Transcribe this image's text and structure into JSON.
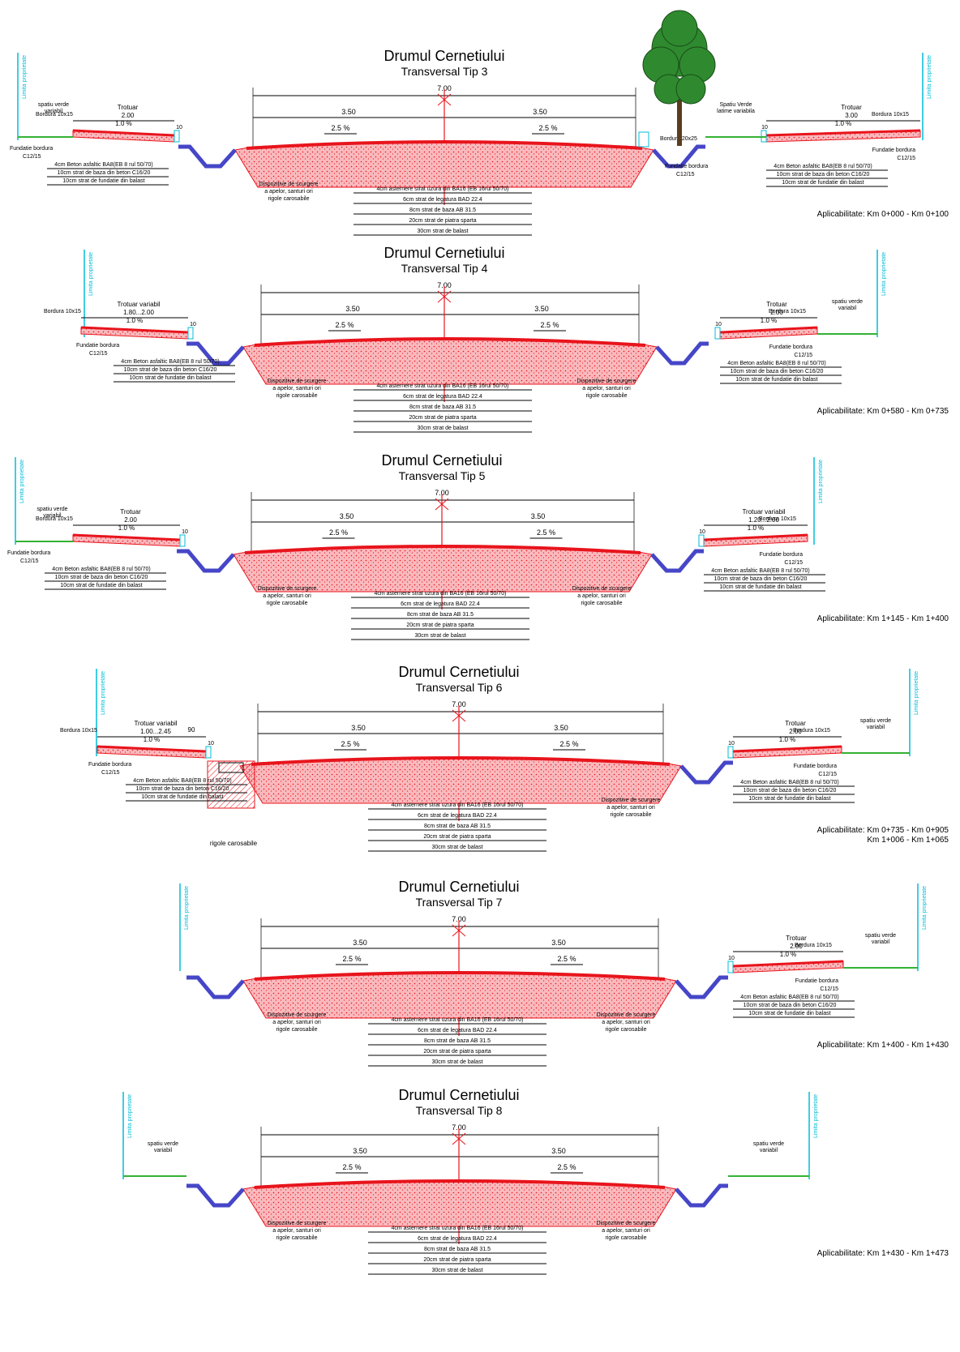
{
  "sections": [
    {
      "title": "Drumul Cernetiului",
      "subtitle": "Transversal Tip 3",
      "dims": {
        "total": "7.00",
        "left_lane": "3.50",
        "right_lane": "3.50",
        "small_left": "10",
        "small_right": "10",
        "extra": ""
      },
      "slopes": {
        "main_left": "2.5 %",
        "main_right": "2.5 %",
        "sidewalk_left": "1.0 %",
        "sidewalk_right": "1.0 %"
      },
      "left": {
        "edge_label": "Limita proprietate",
        "green_label_1": "spatiu verde",
        "green_label_2": "variabil",
        "sidewalk_label_1": "Trotuar",
        "sidewalk_label_2": "2.00",
        "curb": "Bordura 10x15",
        "foundation_1": "Fundatie bordura",
        "foundation_2": "C12/15",
        "layers": [
          "4cm Beton asfaltic BA8(EB 8 rul 50/70)",
          "10cm strat de baza din beton C16/20",
          "10cm strat de fundatie din balast"
        ],
        "has_green": true,
        "has_sidewalk": true
      },
      "right": {
        "edge_label": "Limita proprietate",
        "green_label_1": "Spatiu Verde",
        "green_label_2": "latime variabila",
        "sidewalk_label_1": "Trotuar",
        "sidewalk_label_2": "3.00",
        "curb": "Bordura 10x15",
        "foundation_1": "Fundatie bordura",
        "foundation_2": "C12/15",
        "layers": [
          "4cm Beton asfaltic BA8(EB 8 rul 50/70)",
          "10cm strat de baza din beton C16/20",
          "10cm strat de fundatie din balast"
        ],
        "has_green": true,
        "has_sidewalk": true,
        "curb_big": "Bordura 20x25",
        "curb_big_f1": "Fundatie bordura",
        "curb_big_f2": "C12/15"
      },
      "drainage_left": [
        "Dispozitive de scurgere",
        "a apelor, santuri ori",
        "rigole carosabile"
      ],
      "drainage_right": [],
      "road_layers": [
        "4cm asternere strat uzura din BA16 (EB 16rul 50/70)",
        "6cm strat de legatura BAD 22.4",
        "8cm strat de baza AB 31.5",
        "20cm strat de piatra sparta",
        "30cm strat de balast"
      ],
      "applicability": [
        "Aplicabilitate: Km 0+000 - Km 0+100"
      ],
      "rigola_label": ""
    },
    {
      "title": "Drumul Cernetiului",
      "subtitle": "Transversal Tip 4",
      "dims": {
        "total": "7.00",
        "left_lane": "3.50",
        "right_lane": "3.50",
        "small_left": "10",
        "small_right": "10",
        "extra": ""
      },
      "slopes": {
        "main_left": "2.5 %",
        "main_right": "2.5 %",
        "sidewalk_left": "1.0 %",
        "sidewalk_right": "1.0 %"
      },
      "left": {
        "edge_label": "Limita proprietate",
        "green_label_1": "",
        "green_label_2": "",
        "sidewalk_label_1": "Trotuar variabil",
        "sidewalk_label_2": "1.80...2.00",
        "curb": "Bordura 10x15",
        "foundation_1": "Fundatie bordura",
        "foundation_2": "C12/15",
        "layers": [
          "4cm Beton asfaltic BA8(EB 8 rul 50/70)",
          "10cm strat de baza din beton C16/20",
          "10cm strat de fundatie din balast"
        ],
        "has_green": false,
        "has_sidewalk": true
      },
      "right": {
        "edge_label": "Limita proprietate",
        "green_label_1": "spatiu verde",
        "green_label_2": "variabil",
        "sidewalk_label_1": "Trotuar",
        "sidewalk_label_2": "2.00",
        "curb": "Bordura 10x15",
        "foundation_1": "Fundatie bordura",
        "foundation_2": "C12/15",
        "layers": [
          "4cm Beton asfaltic BA8(EB 8 rul 50/70)",
          "10cm strat de baza din beton C16/20",
          "10cm strat de fundatie din balast"
        ],
        "has_green": true,
        "has_sidewalk": true
      },
      "drainage_left": [
        "Dispozitive de scurgere",
        "a apelor, santuri ori",
        "rigole carosabile"
      ],
      "drainage_right": [
        "Dispozitive de scurgere",
        "a apelor, santuri ori",
        "rigole carosabile"
      ],
      "road_layers": [
        "4cm asternere strat uzura din BA16 (EB 16rul 50/70)",
        "6cm strat de legatura BAD 22.4",
        "8cm strat de baza AB 31.5",
        "20cm strat de piatra sparta",
        "30cm strat de balast"
      ],
      "applicability": [
        "Aplicabilitate: Km 0+580 - Km 0+735"
      ],
      "rigola_label": ""
    },
    {
      "title": "Drumul Cernetiului",
      "subtitle": "Transversal Tip 5",
      "dims": {
        "total": "7.00",
        "left_lane": "3.50",
        "right_lane": "3.50",
        "small_left": "10",
        "small_right": "10",
        "extra": ""
      },
      "slopes": {
        "main_left": "2.5 %",
        "main_right": "2.5 %",
        "sidewalk_left": "1.0 %",
        "sidewalk_right": "1.0 %"
      },
      "left": {
        "edge_label": "Limita proprietate",
        "green_label_1": "spatiu verde",
        "green_label_2": "variabil",
        "sidewalk_label_1": "Trotuar",
        "sidewalk_label_2": "2.00",
        "curb": "Bordura 10x15",
        "foundation_1": "Fundatie bordura",
        "foundation_2": "C12/15",
        "layers": [
          "4cm Beton asfaltic BA8(EB 8 rul 50/70)",
          "10cm strat de baza din beton C16/20",
          "10cm strat de fundatie din balast"
        ],
        "has_green": true,
        "has_sidewalk": true
      },
      "right": {
        "edge_label": "Limita proprietate",
        "green_label_1": "",
        "green_label_2": "",
        "sidewalk_label_1": "Trotuar variabil",
        "sidewalk_label_2": "1.20...2.00",
        "curb": "Bordura 10x15",
        "foundation_1": "Fundatie bordura",
        "foundation_2": "C12/15",
        "layers": [
          "4cm Beton asfaltic BA8(EB 8 rul 50/70)",
          "10cm strat de baza din beton C16/20",
          "10cm strat de fundatie din balast"
        ],
        "has_green": false,
        "has_sidewalk": true
      },
      "drainage_left": [
        "Dispozitive de scurgere",
        "a apelor, santuri ori",
        "rigole carosabile"
      ],
      "drainage_right": [
        "Dispozitive de scurgere",
        "a apelor, santuri ori",
        "rigole carosabile"
      ],
      "road_layers": [
        "4cm asternere strat uzura din BA16 (EB 16rul 50/70)",
        "6cm strat de legatura BAD 22.4",
        "8cm strat de baza AB 31.5",
        "20cm strat de piatra sparta",
        "30cm strat de balast"
      ],
      "applicability": [
        "Aplicabilitate: Km 1+145 - Km 1+400"
      ],
      "rigola_label": ""
    },
    {
      "title": "Drumul Cernetiului",
      "subtitle": "Transversal Tip 6",
      "dims": {
        "total": "7.00",
        "left_lane": "3.50",
        "right_lane": "3.50",
        "small_left": "10",
        "small_right": "10",
        "extra": "90"
      },
      "slopes": {
        "main_left": "2.5 %",
        "main_right": "2.5 %",
        "sidewalk_left": "1.0 %",
        "sidewalk_right": "1.0 %"
      },
      "left": {
        "edge_label": "Limita proprietate",
        "green_label_1": "",
        "green_label_2": "",
        "sidewalk_label_1": "Trotuar variabil",
        "sidewalk_label_2": "1.00...2.45",
        "curb": "Bordura 10x15",
        "foundation_1": "Fundatie bordura",
        "foundation_2": "C12/15",
        "layers": [
          "4cm Beton asfaltic BA8(EB 8 rul 50/70)",
          "10cm strat de baza din beton C16/20",
          "10cm strat de fundatie din balast"
        ],
        "has_green": false,
        "has_sidewalk": true
      },
      "right": {
        "edge_label": "Limita proprietate",
        "green_label_1": "spatiu verde",
        "green_label_2": "variabil",
        "sidewalk_label_1": "Trotuar",
        "sidewalk_label_2": "2.00",
        "curb": "Bordura 10x15",
        "foundation_1": "Fundatie bordura",
        "foundation_2": "C12/15",
        "layers": [
          "4cm Beton asfaltic BA8(EB 8 rul 50/70)",
          "10cm strat de baza din beton C16/20",
          "10cm strat de fundatie din balast"
        ],
        "has_green": true,
        "has_sidewalk": true
      },
      "drainage_left": [],
      "drainage_right": [
        "Dispozitive de scurgere",
        "a apelor, santuri ori",
        "rigole carosabile"
      ],
      "road_layers": [
        "4cm asternere strat uzura din BA16 (EB 16rul 50/70)",
        "6cm strat de legatura BAD 22.4",
        "8cm strat de baza AB 31.5",
        "20cm strat de piatra sparta",
        "30cm strat de balast"
      ],
      "applicability": [
        "Aplicabilitate: Km 0+735 - Km 0+905",
        "Km 1+006 - Km 1+065"
      ],
      "rigola_label": "rigole carosabile"
    },
    {
      "title": "Drumul Cernetiului",
      "subtitle": "Transversal Tip 7",
      "dims": {
        "total": "7.00",
        "left_lane": "3.50",
        "right_lane": "3.50",
        "small_left": "",
        "small_right": "10",
        "extra": ""
      },
      "slopes": {
        "main_left": "2.5 %",
        "main_right": "2.5 %",
        "sidewalk_left": "",
        "sidewalk_right": "1.0 %"
      },
      "left": {
        "edge_label": "Limita proprietate",
        "green_label_1": "",
        "green_label_2": "",
        "sidewalk_label_1": "",
        "sidewalk_label_2": "",
        "curb": "",
        "foundation_1": "",
        "foundation_2": "",
        "layers": [],
        "has_green": false,
        "has_sidewalk": false
      },
      "right": {
        "edge_label": "Limita proprietate",
        "green_label_1": "spatiu verde",
        "green_label_2": "variabil",
        "sidewalk_label_1": "Trotuar",
        "sidewalk_label_2": "2.00",
        "curb": "Bordura 10x15",
        "foundation_1": "Fundatie bordura",
        "foundation_2": "C12/15",
        "layers": [
          "4cm Beton asfaltic BA8(EB 8 rul 50/70)",
          "10cm strat de baza din beton C16/20",
          "10cm strat de fundatie din balast"
        ],
        "has_green": true,
        "has_sidewalk": true
      },
      "drainage_left": [
        "Dispozitive de scurgere",
        "a apelor, santuri ori",
        "rigole carosabile"
      ],
      "drainage_right": [
        "Dispozitive de scurgere",
        "a apelor, santuri ori",
        "rigole carosabile"
      ],
      "road_layers": [
        "4cm asternere strat uzura din BA16 (EB 16rul 50/70)",
        "6cm strat de legatura BAD 22.4",
        "8cm strat de baza AB 31.5",
        "20cm strat de piatra sparta",
        "30cm strat de balast"
      ],
      "applicability": [
        "Aplicabilitate: Km 1+400 - Km 1+430"
      ],
      "rigola_label": ""
    },
    {
      "title": "Drumul Cernetiului",
      "subtitle": "Transversal Tip 8",
      "dims": {
        "total": "7.00",
        "left_lane": "3.50",
        "right_lane": "3.50",
        "small_left": "",
        "small_right": "",
        "extra": ""
      },
      "slopes": {
        "main_left": "2.5 %",
        "main_right": "2.5 %",
        "sidewalk_left": "",
        "sidewalk_right": ""
      },
      "left": {
        "edge_label": "Limita proprietate",
        "green_label_1": "spatiu verde",
        "green_label_2": "variabil",
        "sidewalk_label_1": "",
        "sidewalk_label_2": "",
        "curb": "",
        "foundation_1": "",
        "foundation_2": "",
        "layers": [],
        "has_green": true,
        "has_sidewalk": false
      },
      "right": {
        "edge_label": "Limita proprietate",
        "green_label_1": "spatiu verde",
        "green_label_2": "variabil",
        "sidewalk_label_1": "",
        "sidewalk_label_2": "",
        "curb": "",
        "foundation_1": "",
        "foundation_2": "",
        "layers": [],
        "has_green": true,
        "has_sidewalk": false
      },
      "drainage_left": [
        "Dispozitive de scurgere",
        "a apelor, santuri ori",
        "rigole carosabile"
      ],
      "drainage_right": [
        "Dispozitive de scurgere",
        "a apelor, santuri ori",
        "rigole carosabile"
      ],
      "road_layers": [
        "4cm asternere strat uzura din BA16 (EB 16rul 50/70)",
        "6cm strat de legatura BAD 22.4",
        "8cm strat de baza AB 31.5",
        "20cm strat de piatra sparta",
        "30cm strat de balast"
      ],
      "applicability": [
        "Aplicabilitate: Km 1+430 - Km 1+473"
      ],
      "rigola_label": ""
    }
  ],
  "colors": {
    "pavement": "#e8141c",
    "fill_pink": "#f9b9bd",
    "drain": "#4646c8",
    "green": "#33b233",
    "edge": "#00bcd8",
    "tree": "#2f8a2f"
  }
}
